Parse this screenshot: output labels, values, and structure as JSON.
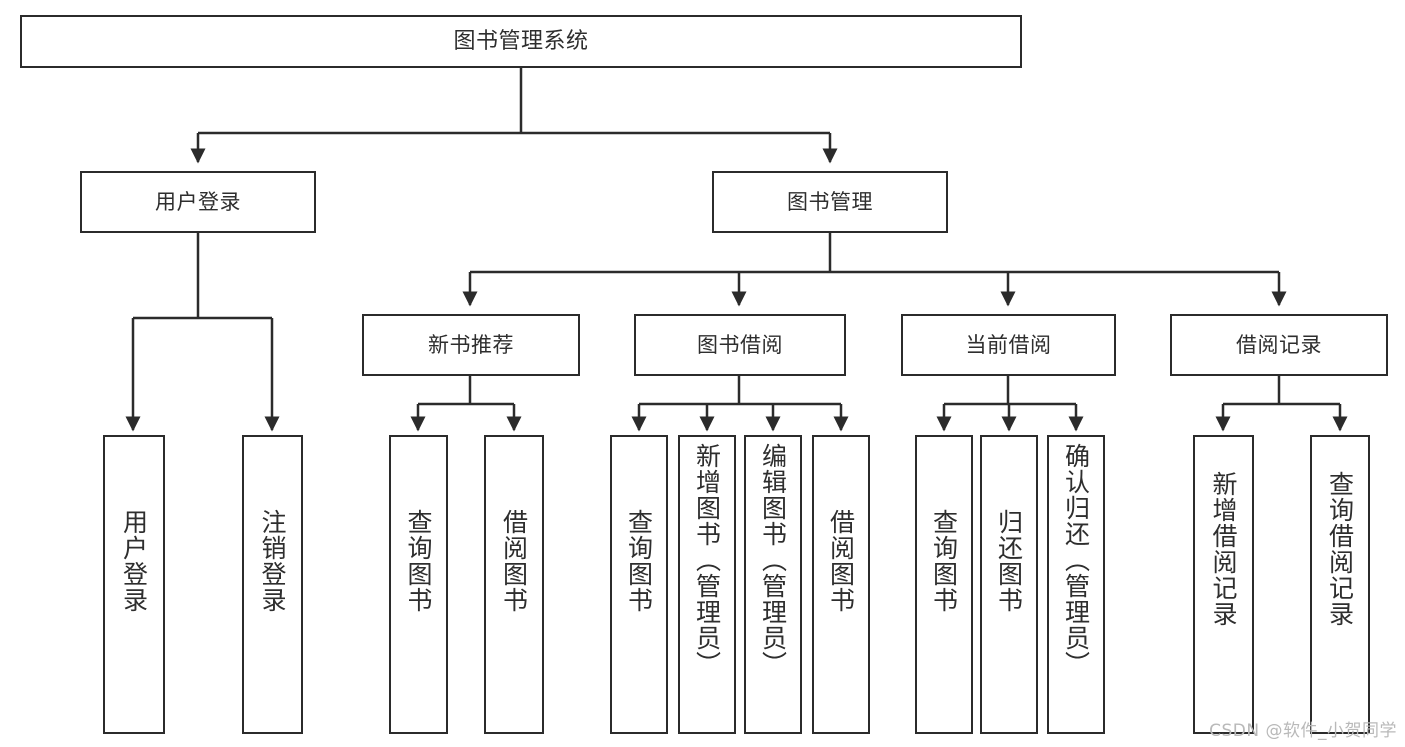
{
  "diagram": {
    "title": "图书管理系统",
    "type": "hierarchy-tree",
    "colors": {
      "box_border": "#2b2b2b",
      "box_fill": "#ffffff",
      "text": "#2e2e2e",
      "connector": "#2b2b2b",
      "watermark": "#b9b9b9",
      "background": "#ffffff"
    },
    "levels": [
      {
        "level": 1,
        "nodes": [
          "图书管理系统"
        ]
      },
      {
        "level": 2,
        "nodes": [
          "用户登录",
          "图书管理"
        ]
      },
      {
        "level": 3,
        "nodes": [
          "新书推荐",
          "图书借阅",
          "当前借阅",
          "借阅记录"
        ]
      },
      {
        "level": 4,
        "nodes": [
          "用户登录",
          "注销登录",
          "查询图书",
          "借阅图书",
          "查询图书",
          "新增图书（管理员）",
          "编辑图书（管理员）",
          "借阅图书",
          "查询图书",
          "归还图书",
          "确认归还（管理员）",
          "新增借阅记录",
          "查询借阅记录"
        ]
      }
    ],
    "root": {
      "label": "图书管理系统"
    },
    "level2": [
      {
        "label": "用户登录"
      },
      {
        "label": "图书管理"
      }
    ],
    "level3": [
      {
        "label": "新书推荐"
      },
      {
        "label": "图书借阅"
      },
      {
        "label": "当前借阅"
      },
      {
        "label": "借阅记录"
      }
    ],
    "leaves": [
      {
        "label": "用户登录",
        "parent": "用户登录"
      },
      {
        "label": "注销登录",
        "parent": "用户登录"
      },
      {
        "label": "查询图书",
        "parent": "新书推荐"
      },
      {
        "label": "借阅图书",
        "parent": "新书推荐"
      },
      {
        "label": "查询图书",
        "parent": "图书借阅"
      },
      {
        "label": "新增图书（管理员）",
        "parent": "图书借阅"
      },
      {
        "label": "编辑图书（管理员）",
        "parent": "图书借阅"
      },
      {
        "label": "借阅图书",
        "parent": "图书借阅"
      },
      {
        "label": "查询图书",
        "parent": "当前借阅"
      },
      {
        "label": "归还图书",
        "parent": "当前借阅"
      },
      {
        "label": "确认归还（管理员）",
        "parent": "当前借阅"
      },
      {
        "label": "新增借阅记录",
        "parent": "借阅记录"
      },
      {
        "label": "查询借阅记录",
        "parent": "借阅记录"
      }
    ]
  },
  "watermark": {
    "text": "CSDN @软件_小贺同学"
  }
}
